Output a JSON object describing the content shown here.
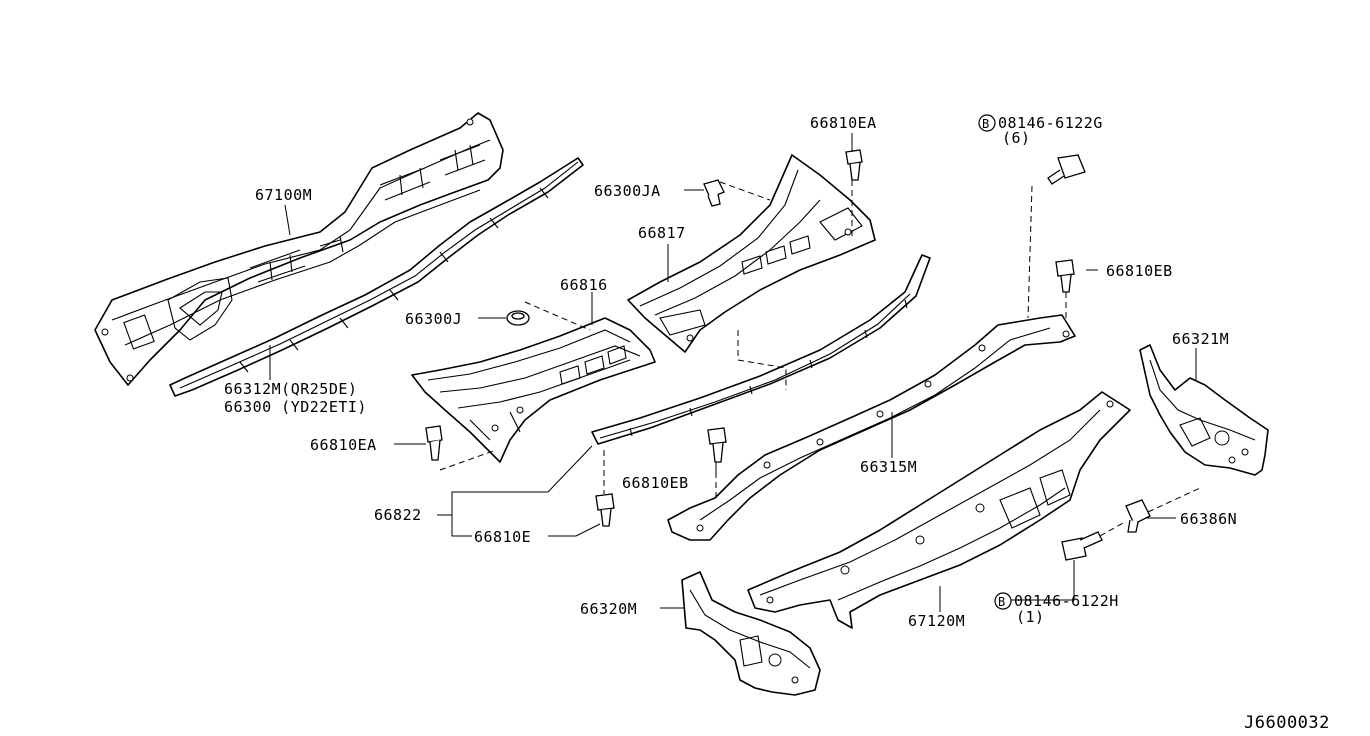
{
  "diagram_id": "J6600032",
  "callouts": {
    "p67100M": "67100M",
    "p66312M": "66312M(QR25DE)",
    "p66300": "66300 (YD22ETI)",
    "p66300J": "66300J",
    "p66816": "66816",
    "p66817": "66817",
    "p66300JA": "66300JA",
    "p66810EA_top": "66810EA",
    "p66810EA_left": "66810EA",
    "p08146_6122G": "08146-6122G",
    "p08146_6122G_qty": "(6)",
    "p66810EB_right": "66810EB",
    "p66810EB_mid": "66810EB",
    "p66822": "66822",
    "p66810E": "66810E",
    "p66315M": "66315M",
    "p66321M": "66321M",
    "p66386N": "66386N",
    "p08146_6122H": "08146-6122H",
    "p08146_6122H_qty": "(1)",
    "p67120M": "67120M",
    "p66320M": "66320M"
  },
  "bolt_badge": "B",
  "colors": {
    "line": "#000000",
    "background": "#ffffff"
  }
}
